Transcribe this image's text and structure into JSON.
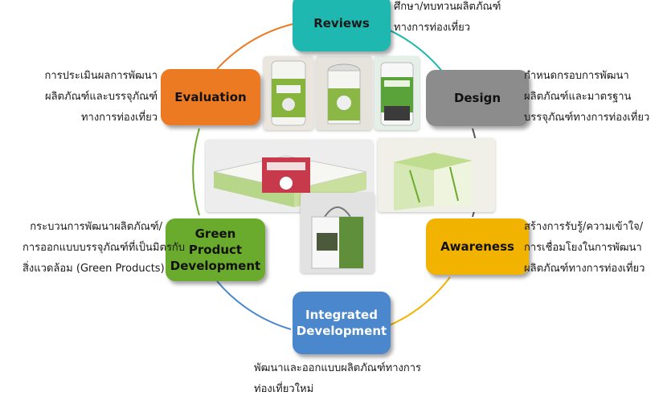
{
  "steps": {
    "reviews": {
      "title": "Reviews",
      "color": "#1fb8b0",
      "desc": [
        "ศึกษา/ทบทวนผลิตภัณฑ์",
        "ทางการท่องเที่ยว"
      ]
    },
    "design": {
      "title": "Design",
      "color": "#8c8c8c",
      "desc": [
        "กำหนดกรอบการพัฒนา",
        "ผลิตภัณฑ์และมาตรฐาน",
        "บรรจุภัณฑ์ทางการท่องเที่ยว"
      ]
    },
    "awareness": {
      "title": "Awareness",
      "color": "#f2b300",
      "desc": [
        "สร้างการรับรู้/ความเข้าใจ/",
        "การเชื่อมโยงในการพัฒนา",
        "ผลิตภัณฑ์ทางการท่องเที่ยว"
      ]
    },
    "integrated": {
      "title": "Integrated\nDevelopment",
      "color": "#4a87cc",
      "desc": [
        "พัฒนาและออกแบบผลิตภัณฑ์ทางการ",
        "ท่องเที่ยวใหม่"
      ]
    },
    "green": {
      "title": "Green Product\nDevelopment",
      "color": "#6aaa2c",
      "desc": [
        "กระบวนการพัฒนาผลิตภัณฑ์/",
        "การออกแบบบรรจุภัณฑ์ที่เป็นมิตรกับ",
        "สิ่งแวดล้อม (Green Products)"
      ]
    },
    "evaluation": {
      "title": "Evaluation",
      "color": "#ec7a22",
      "desc": [
        "การประเมินผลการพัฒนา",
        "ผลิตภัณฑ์และบรรจุภัณฑ์",
        "ทางการท่องเที่ยว"
      ]
    }
  },
  "photos": [
    {
      "name": "product-photo-jar-front"
    },
    {
      "name": "product-photo-jar-open"
    },
    {
      "name": "product-photo-jar-label"
    },
    {
      "name": "product-photo-gift-box"
    },
    {
      "name": "product-photo-box-side"
    },
    {
      "name": "product-photo-bag"
    }
  ]
}
